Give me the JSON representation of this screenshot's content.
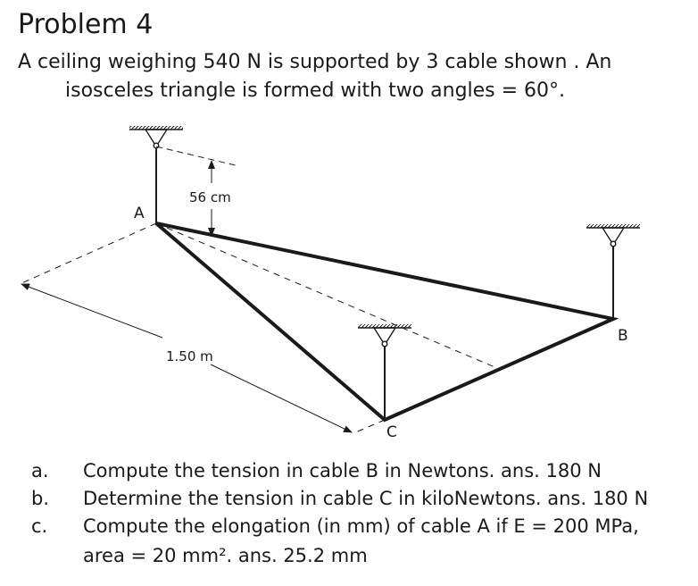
{
  "problem": {
    "title": "Problem 4",
    "statement_line1": "A ceiling weighing 540 N is supported by 3 cable shown . An",
    "statement_line2": "isosceles triangle is formed with two angles  = 60°."
  },
  "figure": {
    "point_a": "A",
    "point_b": "B",
    "point_c": "C",
    "height_dim": "56 cm",
    "length_dim": "1.50 m"
  },
  "questions": [
    {
      "mark": "a.",
      "text": "Compute the tension in cable B in Newtons. ans. 180 N"
    },
    {
      "mark": "b.",
      "text": "Determine the tension in cable C in kiloNewtons.  ans. 180 N"
    },
    {
      "mark": "c.",
      "text": "Compute the elongation (in mm) of cable A if E = 200 MPa,",
      "text_cont": "area = 20 mm². ans. 25.2 mm"
    }
  ]
}
